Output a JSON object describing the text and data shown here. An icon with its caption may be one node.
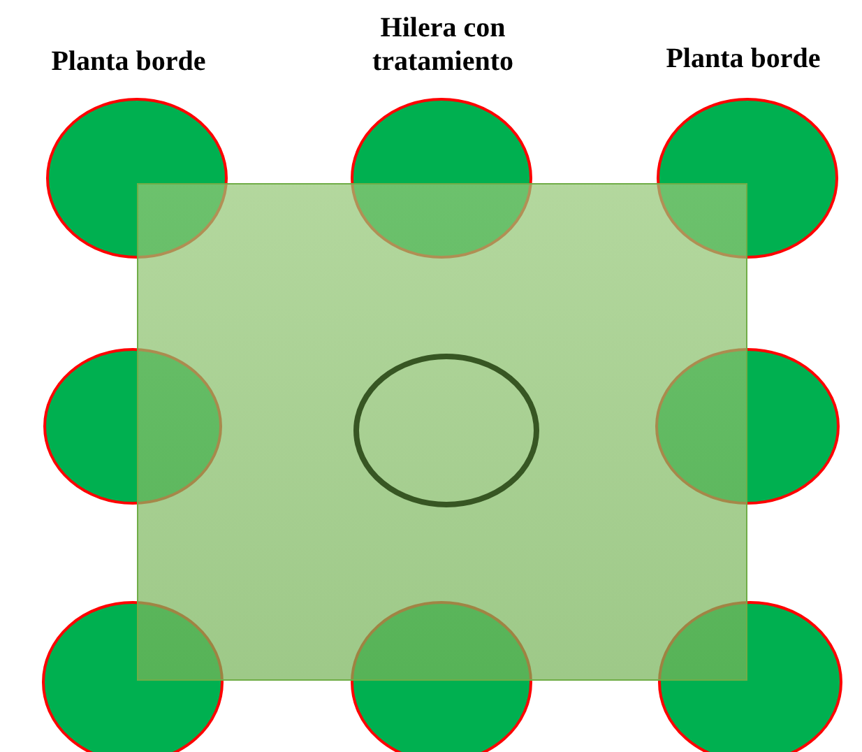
{
  "diagram": {
    "nodes": [
      {
        "text": [],
        "shape": "box"
      },
      {
        "text": [],
        "shape": "circle"
      },
      {
        "text": [],
        "shape": "circle"
      },
      {
        "text": [],
        "shape": "circle"
      },
      {
        "text": [],
        "shape": "circle"
      },
      {
        "text": [],
        "shape": "circle"
      },
      {
        "text": [],
        "shape": "circle"
      },
      {
        "text": [],
        "shape": "circle"
      },
      {
        "text": [],
        "shape": "circle"
      },
      {
        "text": [],
        "shape": "circle",
        "in": 0
      }
    ],
    "labels": [
      "Planta borde",
      "Hilera con tratamiento",
      "Planta borde"
    ]
  }
}
